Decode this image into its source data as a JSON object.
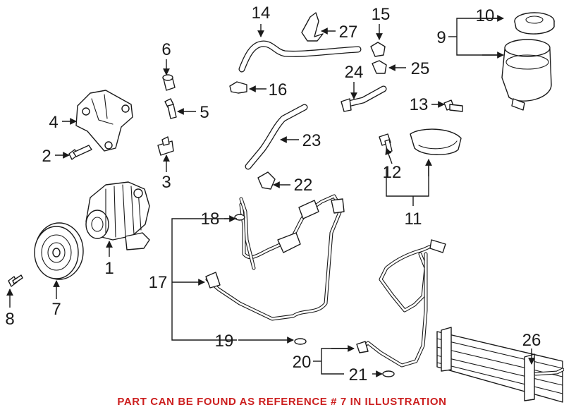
{
  "diagram": {
    "colors": {
      "line": "#1a1a1a",
      "note": "#cc1f1f",
      "background": "#ffffff"
    },
    "callouts": {
      "c1": "1",
      "c2": "2",
      "c3": "3",
      "c4": "4",
      "c5": "5",
      "c6": "6",
      "c7": "7",
      "c8": "8",
      "c9": "9",
      "c10": "10",
      "c11": "11",
      "c12": "12",
      "c13": "13",
      "c14": "14",
      "c15": "15",
      "c16": "16",
      "c17": "17",
      "c18": "18",
      "c19": "19",
      "c20": "20",
      "c21": "21",
      "c22": "22",
      "c23": "23",
      "c24": "24",
      "c25": "25",
      "c26": "26",
      "c27": "27"
    },
    "note": "PART CAN BE FOUND AS REFERENCE # 7 IN ILLUSTRATION"
  }
}
